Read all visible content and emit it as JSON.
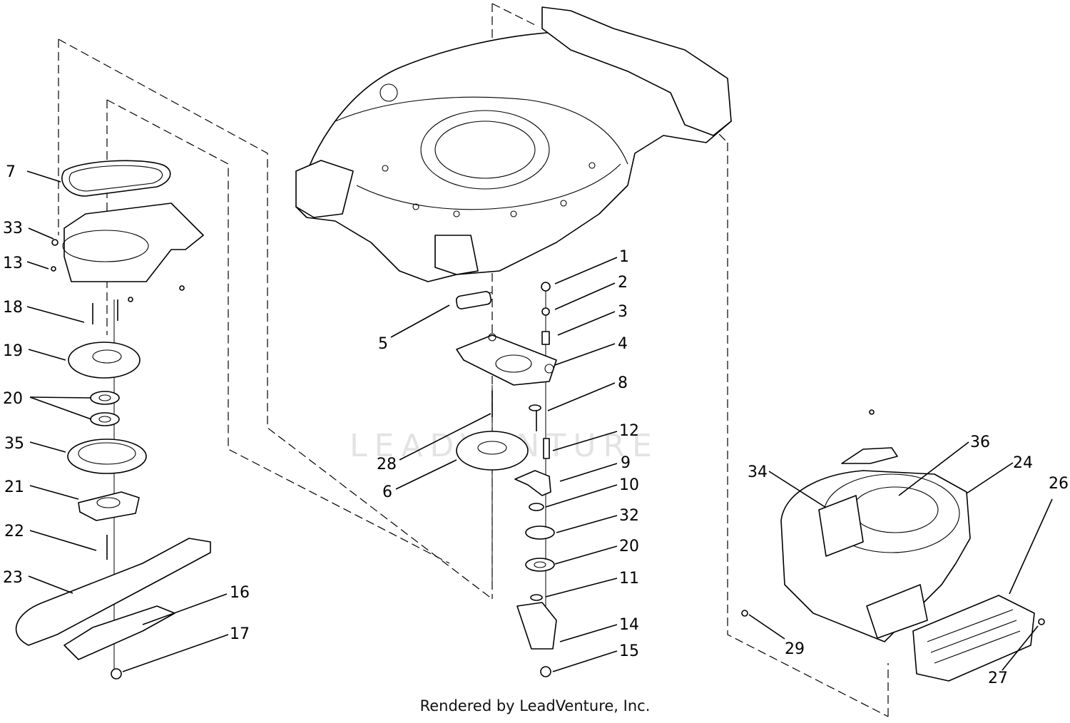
{
  "diagram": {
    "footer": "Rendered by LeadVenture, Inc.",
    "watermark": "LEADVENTURE",
    "callouts": [
      {
        "id": "c7",
        "label": "7"
      },
      {
        "id": "c33",
        "label": "33"
      },
      {
        "id": "c13",
        "label": "13"
      },
      {
        "id": "c18",
        "label": "18"
      },
      {
        "id": "c19",
        "label": "19"
      },
      {
        "id": "c20a",
        "label": "20"
      },
      {
        "id": "c35",
        "label": "35"
      },
      {
        "id": "c21",
        "label": "21"
      },
      {
        "id": "c22",
        "label": "22"
      },
      {
        "id": "c23",
        "label": "23"
      },
      {
        "id": "c16",
        "label": "16"
      },
      {
        "id": "c17",
        "label": "17"
      },
      {
        "id": "c1",
        "label": "1"
      },
      {
        "id": "c2",
        "label": "2"
      },
      {
        "id": "c3",
        "label": "3"
      },
      {
        "id": "c4",
        "label": "4"
      },
      {
        "id": "c5",
        "label": "5"
      },
      {
        "id": "c8",
        "label": "8"
      },
      {
        "id": "c28",
        "label": "28"
      },
      {
        "id": "c12",
        "label": "12"
      },
      {
        "id": "c6",
        "label": "6"
      },
      {
        "id": "c9",
        "label": "9"
      },
      {
        "id": "c10",
        "label": "10"
      },
      {
        "id": "c32",
        "label": "32"
      },
      {
        "id": "c20b",
        "label": "20"
      },
      {
        "id": "c11",
        "label": "11"
      },
      {
        "id": "c14",
        "label": "14"
      },
      {
        "id": "c15",
        "label": "15"
      },
      {
        "id": "c36",
        "label": "36"
      },
      {
        "id": "c34",
        "label": "34"
      },
      {
        "id": "c24",
        "label": "24"
      },
      {
        "id": "c26",
        "label": "26"
      },
      {
        "id": "c29",
        "label": "29"
      },
      {
        "id": "c27",
        "label": "27"
      }
    ]
  }
}
